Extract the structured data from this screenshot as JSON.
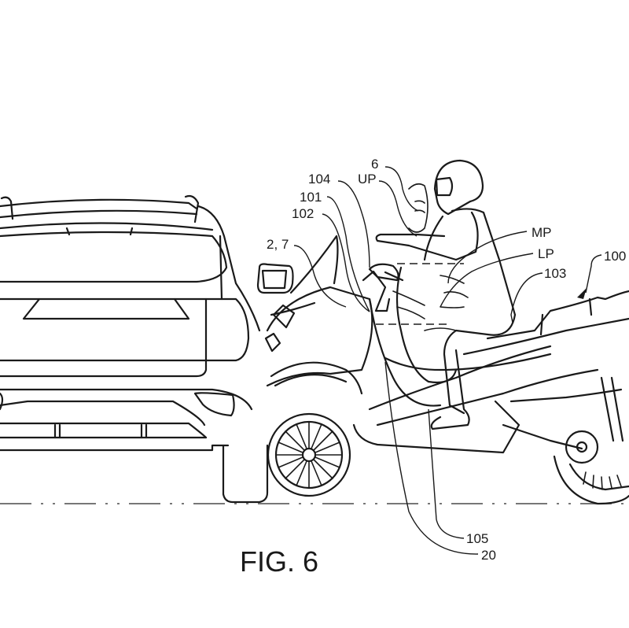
{
  "figure": {
    "title": "FIG. 6",
    "type": "patent-drawing",
    "subject": "three-wheeled scooter with rider and airbag colliding with rear of SUV"
  },
  "reference_labels": [
    {
      "id": "6",
      "text": "6"
    },
    {
      "id": "104",
      "text": "104"
    },
    {
      "id": "UP",
      "text": "UP"
    },
    {
      "id": "101",
      "text": "101"
    },
    {
      "id": "102",
      "text": "102"
    },
    {
      "id": "2,7",
      "text": "2, 7"
    },
    {
      "id": "MP",
      "text": "MP"
    },
    {
      "id": "LP",
      "text": "LP"
    },
    {
      "id": "103",
      "text": "103"
    },
    {
      "id": "100",
      "text": "100"
    },
    {
      "id": "105",
      "text": "105"
    },
    {
      "id": "20",
      "text": "20"
    }
  ],
  "colors": {
    "line": "#1a1a1a",
    "background": "#ffffff",
    "ground_line": "#777777"
  }
}
